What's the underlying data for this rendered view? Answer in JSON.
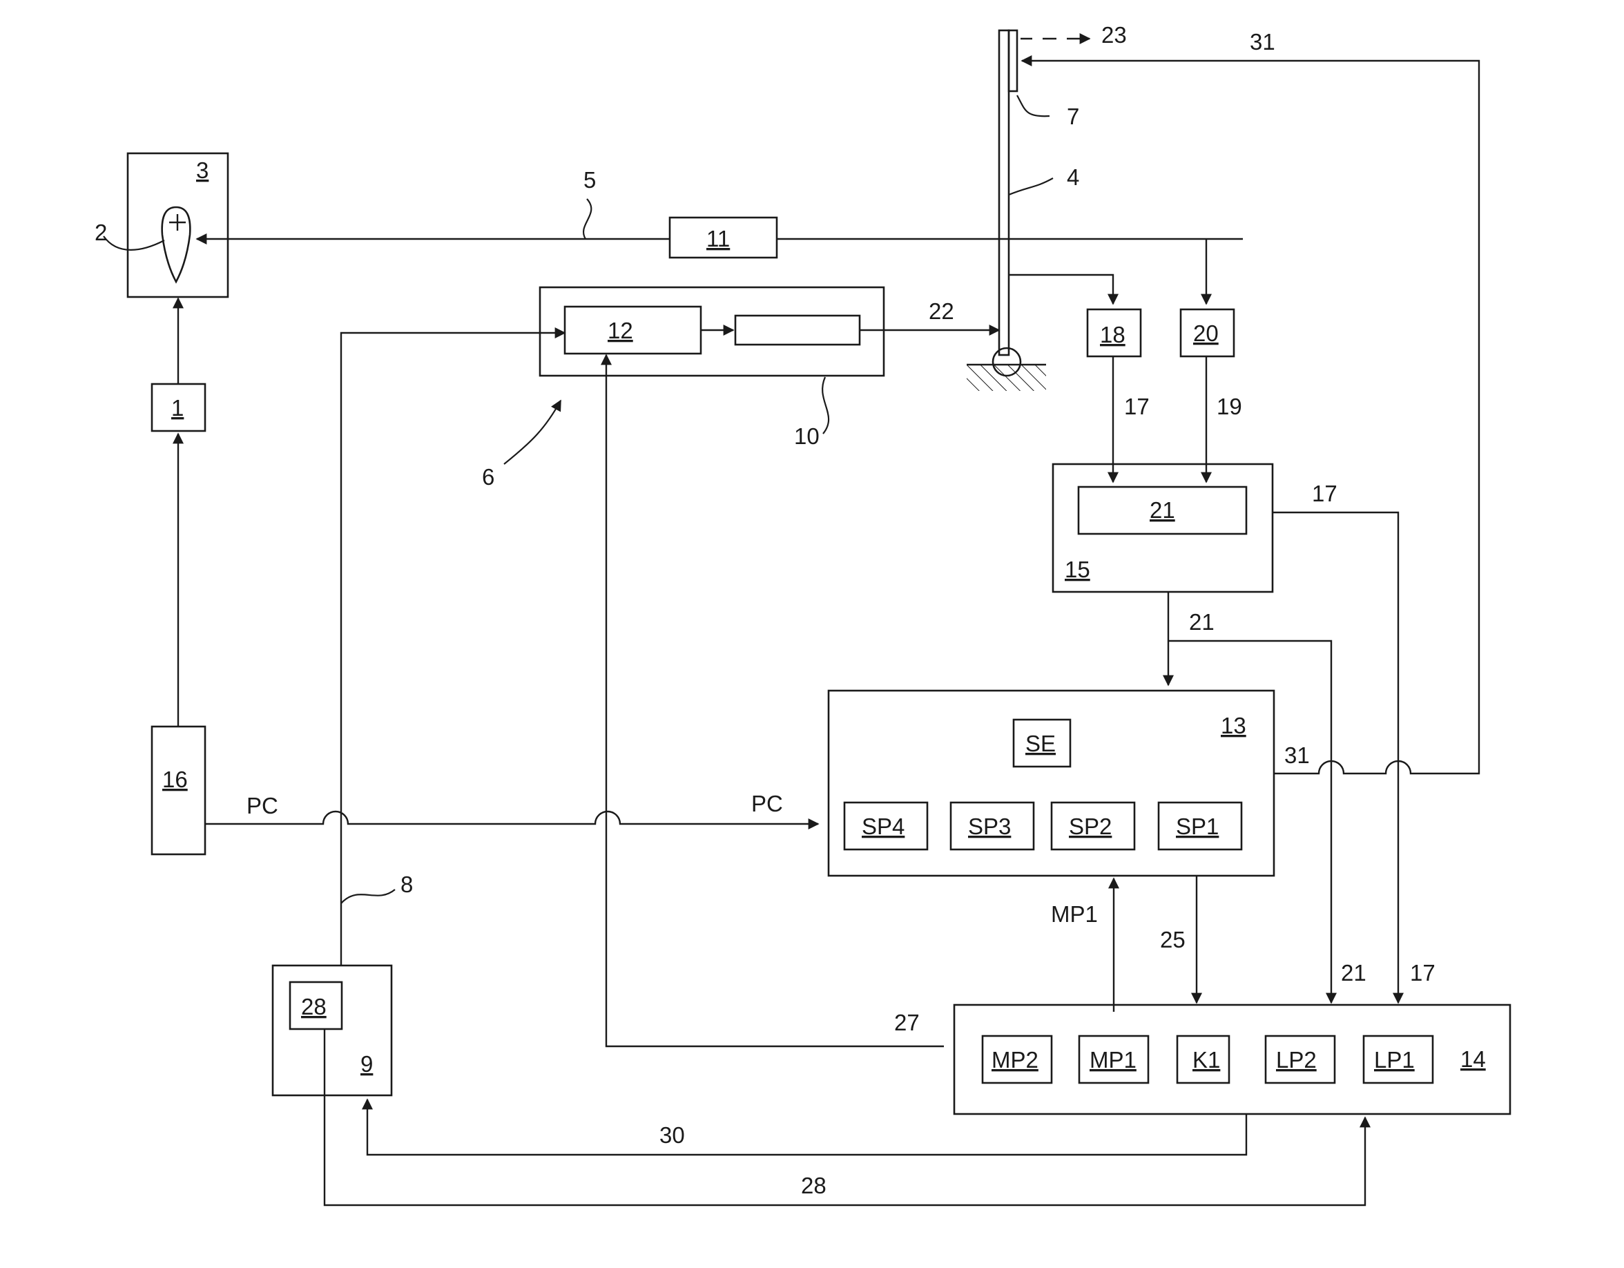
{
  "labels": {
    "b1": "1",
    "b2": "2",
    "b3": "3",
    "b4": "4",
    "b5": "5",
    "b6": "6",
    "b7": "7",
    "b8": "8",
    "b9": "9",
    "b10": "10",
    "b11": "11",
    "b12": "12",
    "b13": "13",
    "b14": "14",
    "b15": "15",
    "b16": "16",
    "b18": "18",
    "b20": "20",
    "b21": "21",
    "b22": "22",
    "b23": "23",
    "b28": "28",
    "se": "SE",
    "sp1": "SP1",
    "sp2": "SP2",
    "sp3": "SP3",
    "sp4": "SP4",
    "mp1": "MP1",
    "mp2": "MP2",
    "k1": "K1",
    "lp1": "LP1",
    "lp2": "LP2"
  },
  "signals": {
    "pc": "PC",
    "mp1": "MP1",
    "s17": "17",
    "s19": "19",
    "s21": "21",
    "s25": "25",
    "s27": "27",
    "s28": "28",
    "s30": "30",
    "s31": "31"
  }
}
